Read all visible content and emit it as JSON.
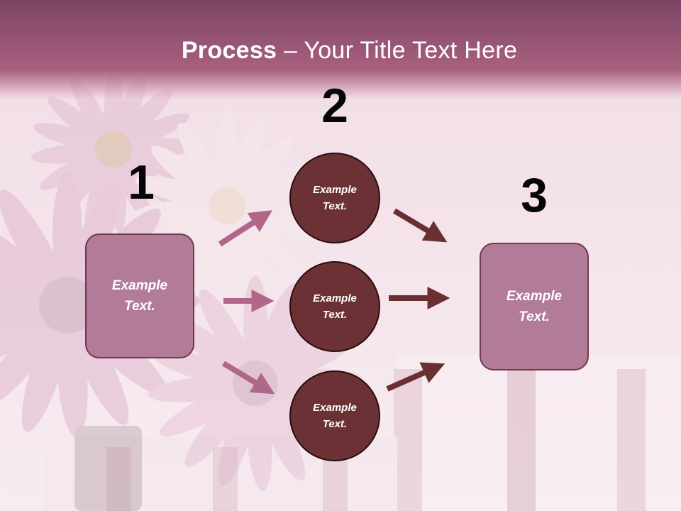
{
  "title": {
    "bold": "Process",
    "rest": " – Your Title Text Here"
  },
  "steps": {
    "one": "1",
    "two": "2",
    "three": "3"
  },
  "left_box": {
    "text": "Example\nText."
  },
  "right_box": {
    "text": "Example\nText."
  },
  "circles": [
    {
      "text": "Example\nText."
    },
    {
      "text": "Example\nText."
    },
    {
      "text": "Example\nText."
    }
  ],
  "colors": {
    "header": "#a9607f",
    "box_fill": "#b27b97",
    "circle_fill": "#6c3134",
    "pink_arrow": "#b0678a",
    "dark_arrow": "#6a2f33"
  }
}
